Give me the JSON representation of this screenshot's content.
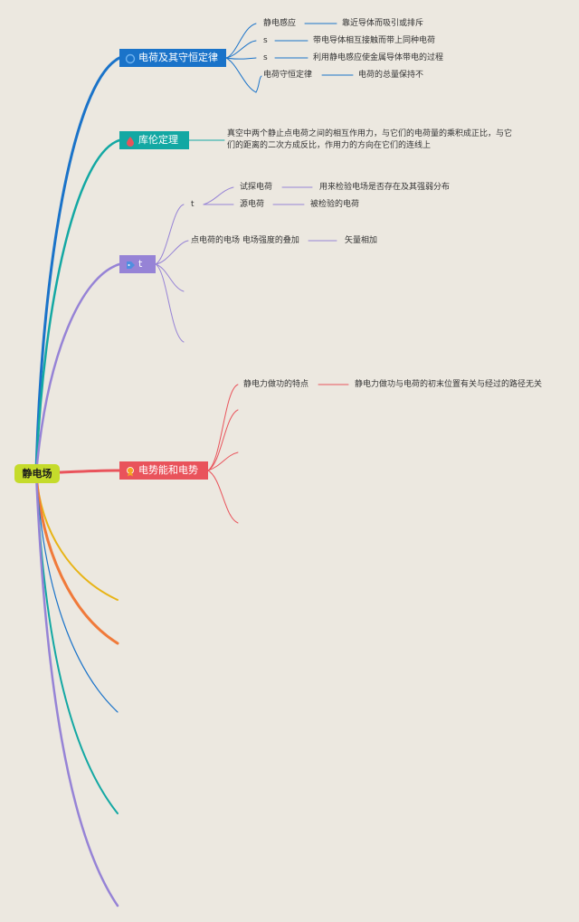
{
  "root": {
    "label": "静电场"
  },
  "colors": {
    "blue": "#1a73c9",
    "teal": "#13a8a3",
    "purple": "#9683d6",
    "red": "#e9535b",
    "yellow": "#e8b416",
    "orange": "#f07a3a",
    "root": "#c5db2b"
  },
  "topics": [
    {
      "label": "电荷及其守恒定律",
      "icon": "circle-icon",
      "color": "#1a73c9"
    },
    {
      "label": "库伦定理",
      "icon": "water-drop-icon",
      "color": "#13a8a3"
    },
    {
      "label": "t",
      "icon": "tag-icon",
      "color": "#9683d6"
    },
    {
      "label": "电势能和电势",
      "icon": "award-ribbon-icon",
      "color": "#e9535b"
    }
  ],
  "charge": {
    "rows": [
      {
        "key": "静电感应",
        "value": "靠近导体而吸引或排斥"
      },
      {
        "key": "s",
        "value": "带电导体相互接触而带上同种电荷"
      },
      {
        "key": "s",
        "value": "利用静电感应使金属导体带电的过程"
      },
      {
        "key": "电荷守恒定律",
        "value": "电荷的总量保持不"
      }
    ]
  },
  "coulomb": {
    "line1": "真空中两个静止点电荷之间的相互作用力，与它们的电荷量的乘积成正比，与它",
    "line2": "们的距离的二次方成反比，作用力的方向在它们的连线上"
  },
  "field": {
    "sub_label": "t",
    "sub_children": [
      {
        "key": "试探电荷",
        "value": "用来检验电场是否存在及其强弱分布"
      },
      {
        "key": "源电荷",
        "value": "被检验的电荷"
      }
    ],
    "point_key": "点电荷的电场 电场强度的叠加",
    "point_value": "矢量相加"
  },
  "potential": {
    "key": "静电力做功的特点",
    "value": "静电力做功与电荷的初末位置有关与经过的路径无关"
  }
}
